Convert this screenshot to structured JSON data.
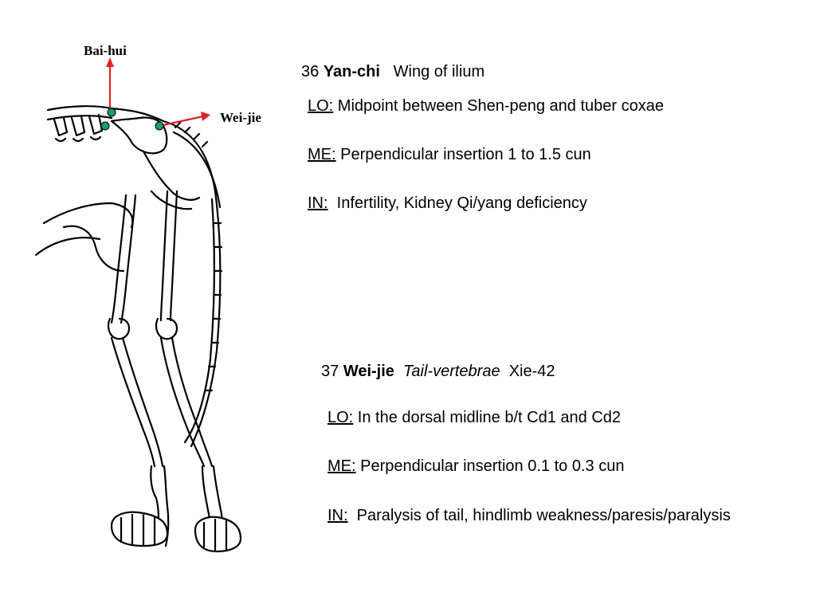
{
  "figure": {
    "labels": {
      "bai_hui": "Bai-hui",
      "wei_jie": "Wei-jie"
    },
    "arrow_color": "#e02020",
    "point_color": "#1a9e6a"
  },
  "points": [
    {
      "number": "36",
      "name": "Yan-chi",
      "extra_italic": "",
      "description": "Wing of ilium",
      "lo_label": "LO:",
      "lo_text": " Midpoint between Shen-peng and tuber coxae",
      "me_label": "ME:",
      "me_text": " Perpendicular insertion 1 to 1.5 cun",
      "in_label": "IN:",
      "in_text": "  Infertility, Kidney Qi/yang deficiency"
    },
    {
      "number": "37",
      "name": "Wei-jie",
      "extra_italic": "Tail-vertebrae",
      "description": "Xie-42",
      "lo_label": "LO:",
      "lo_text": " In the dorsal midline b/t Cd1 and Cd2",
      "me_label": "ME:",
      "me_text": " Perpendicular insertion 0.1 to 0.3 cun",
      "in_label": "IN:",
      "in_text": "  Paralysis of tail, hindlimb weakness/paresis/paralysis"
    }
  ]
}
